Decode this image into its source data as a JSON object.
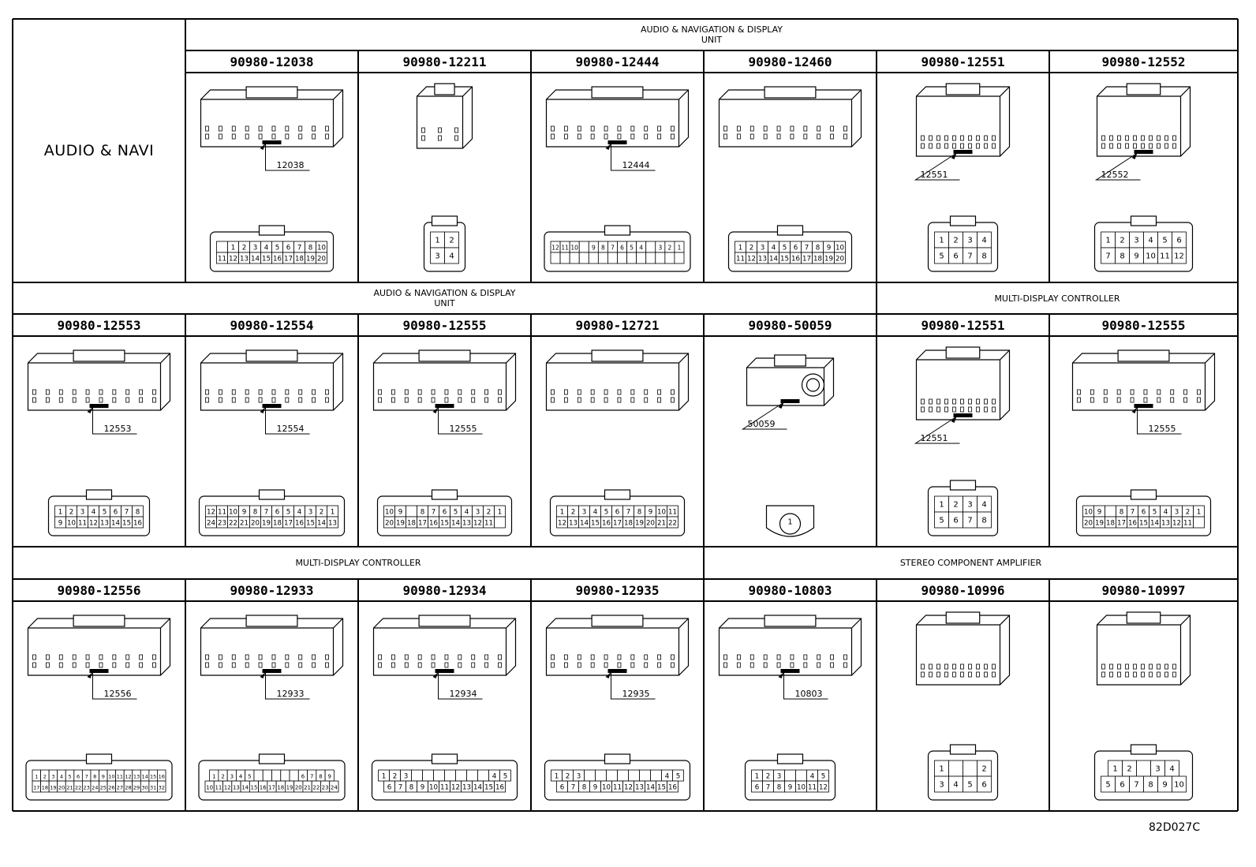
{
  "section_label": "AUDIO & NAVI",
  "footer_code": "82D027C",
  "rows": [
    {
      "bands": [
        {
          "label": "AUDIO & NAVIGATION & DISPLAY\nUNIT",
          "span": 6
        }
      ],
      "connectors": [
        {
          "part_number": "90980-12038",
          "callout": "12038",
          "callout_side": "left",
          "pins": [
            [
              "",
              "1",
              "2",
              "3",
              "4",
              "5",
              "6",
              "7",
              "8",
              "10"
            ],
            [
              "11",
              "12",
              "13",
              "14",
              "15",
              "16",
              "17",
              "18",
              "19",
              "20"
            ]
          ],
          "style": "wide"
        },
        {
          "part_number": "90980-12211",
          "callout": "",
          "callout_side": "none",
          "pins": [
            [
              "1",
              "2"
            ],
            [
              "3",
              "4"
            ]
          ],
          "style": "small"
        },
        {
          "part_number": "90980-12444",
          "callout": "12444",
          "callout_side": "left",
          "pins": [
            [
              "12",
              "11",
              "10",
              "",
              "9",
              "8",
              "7",
              "6",
              "5",
              "4",
              "",
              "3",
              "2",
              "1"
            ],
            [
              "",
              "",
              "",
              "",
              "",
              "",
              "",
              "",
              "",
              "",
              "",
              "",
              "",
              ""
            ]
          ],
          "style": "wide"
        },
        {
          "part_number": "90980-12460",
          "callout": "",
          "callout_side": "none",
          "pins": [
            [
              "1",
              "2",
              "3",
              "4",
              "5",
              "6",
              "7",
              "8",
              "9",
              "10"
            ],
            [
              "11",
              "12",
              "13",
              "14",
              "15",
              "16",
              "17",
              "18",
              "19",
              "20"
            ]
          ],
          "style": "wide"
        },
        {
          "part_number": "90980-12551",
          "callout": "12551",
          "callout_side": "right",
          "pins": [
            [
              "1",
              "2",
              "3",
              "4"
            ],
            [
              "5",
              "6",
              "7",
              "8"
            ]
          ],
          "style": "tall"
        },
        {
          "part_number": "90980-12552",
          "callout": "12552",
          "callout_side": "right",
          "pins": [
            [
              "1",
              "2",
              "3",
              "4",
              "5",
              "6"
            ],
            [
              "7",
              "8",
              "9",
              "10",
              "11",
              "12"
            ]
          ],
          "style": "tall"
        }
      ]
    },
    {
      "bands": [
        {
          "label": "AUDIO & NAVIGATION & DISPLAY\nUNIT",
          "span": 5
        },
        {
          "label": "MULTI-DISPLAY CONTROLLER",
          "span": 2
        }
      ],
      "connectors": [
        {
          "part_number": "90980-12553",
          "callout": "12553",
          "callout_side": "left",
          "pins": [
            [
              "1",
              "2",
              "3",
              "4",
              "5",
              "6",
              "7",
              "8"
            ],
            [
              "9",
              "10",
              "11",
              "12",
              "13",
              "14",
              "15",
              "16"
            ]
          ],
          "style": "wide"
        },
        {
          "part_number": "90980-12554",
          "callout": "12554",
          "callout_side": "left",
          "pins": [
            [
              "12",
              "11",
              "10",
              "9",
              "8",
              "7",
              "6",
              "5",
              "4",
              "3",
              "2",
              "1"
            ],
            [
              "24",
              "23",
              "22",
              "21",
              "20",
              "19",
              "18",
              "17",
              "16",
              "15",
              "14",
              "13"
            ]
          ],
          "style": "wide"
        },
        {
          "part_number": "90980-12555",
          "callout": "12555",
          "callout_side": "left",
          "pins": [
            [
              "10",
              "9",
              "",
              "8",
              "7",
              "6",
              "5",
              "4",
              "3",
              "2",
              "1"
            ],
            [
              "20",
              "19",
              "18",
              "17",
              "16",
              "15",
              "14",
              "13",
              "12",
              "11",
              ""
            ]
          ],
          "style": "wide"
        },
        {
          "part_number": "90980-12721",
          "callout": "",
          "callout_side": "none",
          "pins": [
            [
              "1",
              "2",
              "3",
              "4",
              "5",
              "6",
              "7",
              "8",
              "9",
              "10",
              "11"
            ],
            [
              "12",
              "13",
              "14",
              "15",
              "16",
              "17",
              "18",
              "19",
              "20",
              "21",
              "22"
            ]
          ],
          "style": "wide"
        },
        {
          "part_number": "90980-50059",
          "callout": "50059",
          "callout_side": "right",
          "pins": [
            [
              "1"
            ]
          ],
          "style": "round"
        },
        {
          "part_number": "90980-12551",
          "callout": "12551",
          "callout_side": "right",
          "pins": [
            [
              "1",
              "2",
              "3",
              "4"
            ],
            [
              "5",
              "6",
              "7",
              "8"
            ]
          ],
          "style": "tall"
        },
        {
          "part_number": "90980-12555",
          "callout": "12555",
          "callout_side": "left",
          "pins": [
            [
              "10",
              "9",
              "",
              "8",
              "7",
              "6",
              "5",
              "4",
              "3",
              "2",
              "1"
            ],
            [
              "20",
              "19",
              "18",
              "17",
              "16",
              "15",
              "14",
              "13",
              "12",
              "11",
              ""
            ]
          ],
          "style": "wide"
        }
      ]
    },
    {
      "bands": [
        {
          "label": "MULTI-DISPLAY CONTROLLER",
          "span": 4
        },
        {
          "label": "STEREO COMPONENT AMPLIFIER",
          "span": 3
        }
      ],
      "connectors": [
        {
          "part_number": "90980-12556",
          "callout": "12556",
          "callout_side": "left",
          "pins": [
            [
              "1",
              "2",
              "3",
              "4",
              "5",
              "6",
              "7",
              "8",
              "9",
              "10",
              "11",
              "12",
              "13",
              "14",
              "15",
              "16"
            ],
            [
              "17",
              "18",
              "19",
              "20",
              "21",
              "22",
              "23",
              "24",
              "25",
              "26",
              "27",
              "28",
              "29",
              "30",
              "31",
              "32"
            ]
          ],
          "style": "wide"
        },
        {
          "part_number": "90980-12933",
          "callout": "12933",
          "callout_side": "left",
          "pins": [
            [
              "1",
              "2",
              "3",
              "4",
              "5",
              "",
              "",
              "",
              "",
              "",
              "6",
              "7",
              "8",
              "9"
            ],
            [
              "10",
              "11",
              "12",
              "13",
              "14",
              "15",
              "16",
              "17",
              "18",
              "19",
              "20",
              "21",
              "22",
              "23",
              "24"
            ]
          ],
          "style": "wide"
        },
        {
          "part_number": "90980-12934",
          "callout": "12934",
          "callout_side": "left",
          "pins": [
            [
              "1",
              "2",
              "3",
              "",
              "",
              "",
              "",
              "",
              "",
              "",
              "4",
              "5"
            ],
            [
              "6",
              "7",
              "8",
              "9",
              "10",
              "11",
              "12",
              "13",
              "14",
              "15",
              "16"
            ]
          ],
          "style": "wide"
        },
        {
          "part_number": "90980-12935",
          "callout": "12935",
          "callout_side": "left",
          "pins": [
            [
              "1",
              "2",
              "3",
              "",
              "",
              "",
              "",
              "",
              "",
              "",
              "4",
              "5"
            ],
            [
              "6",
              "7",
              "8",
              "9",
              "10",
              "11",
              "12",
              "13",
              "14",
              "15",
              "16"
            ]
          ],
          "style": "wide"
        },
        {
          "part_number": "90980-10803",
          "callout": "10803",
          "callout_side": "left",
          "pins": [
            [
              "1",
              "2",
              "3",
              "",
              "",
              "4",
              "5"
            ],
            [
              "6",
              "7",
              "8",
              "9",
              "10",
              "11",
              "12"
            ]
          ],
          "style": "wide"
        },
        {
          "part_number": "90980-10996",
          "callout": "",
          "callout_side": "none",
          "pins": [
            [
              "1",
              "",
              "",
              "2"
            ],
            [
              "3",
              "4",
              "5",
              "6"
            ]
          ],
          "style": "tall"
        },
        {
          "part_number": "90980-10997",
          "callout": "",
          "callout_side": "none",
          "pins": [
            [
              "1",
              "2",
              "",
              "3",
              "4"
            ],
            [
              "5",
              "6",
              "7",
              "8",
              "9",
              "10"
            ]
          ],
          "style": "tall"
        }
      ]
    }
  ]
}
